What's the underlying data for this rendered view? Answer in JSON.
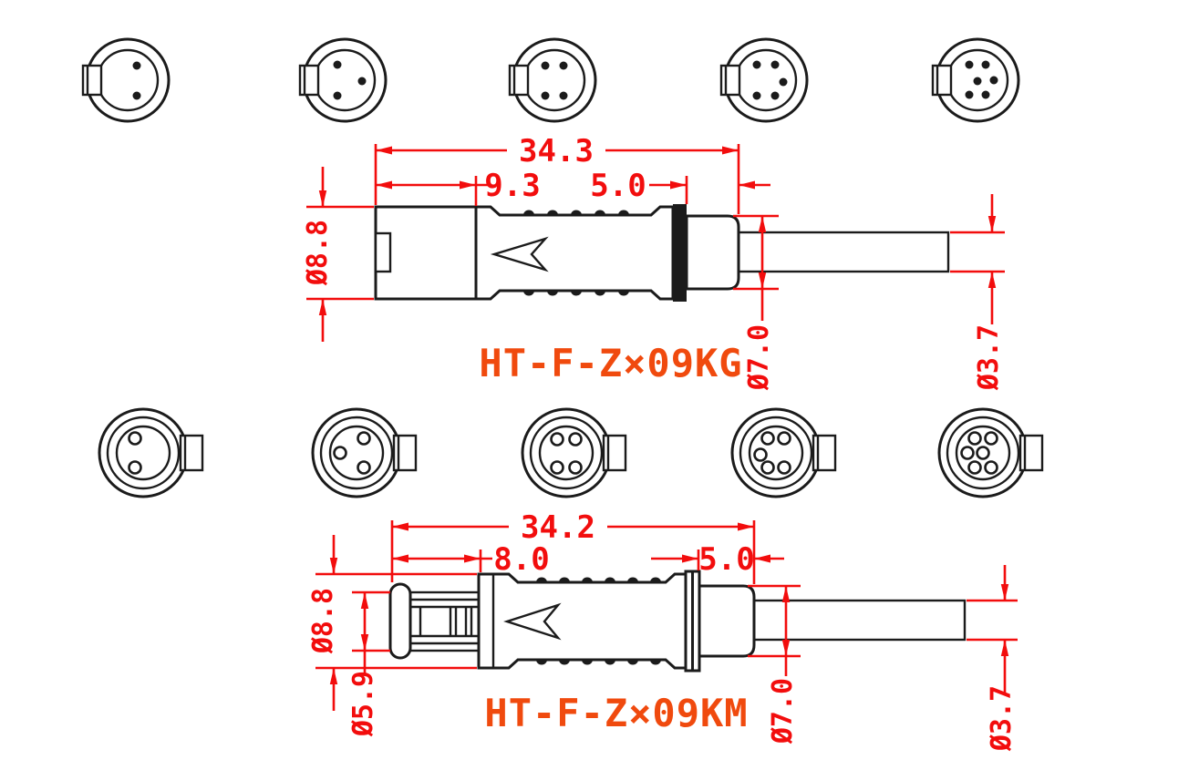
{
  "colors": {
    "dim_red": "#f20d0d",
    "label_orange": "#f04a0e",
    "line_black": "#1b1b1b",
    "background": "#ffffff"
  },
  "top_connector": {
    "model": "HT-F-Z×09KG",
    "face_pin_counts": [
      2,
      3,
      4,
      5,
      6
    ],
    "pin_style": "solid",
    "key_side": "left",
    "dims": {
      "overall": "34.3",
      "rear": "9.3",
      "strain": "5.0",
      "body_dia": "Ø8.8",
      "collar_dia": "Ø7.0",
      "cable_dia": "Ø3.7"
    }
  },
  "bottom_connector": {
    "model": "HT-F-Z×09KM",
    "face_pin_counts": [
      2,
      3,
      4,
      5,
      6
    ],
    "pin_style": "hollow",
    "key_side": "right",
    "dims": {
      "overall": "34.2",
      "front": "8.0",
      "strain": "5.0",
      "body_dia": "Ø8.8",
      "front_dia": "Ø5.9",
      "collar_dia": "Ø7.0",
      "cable_dia": "Ø3.7"
    }
  }
}
